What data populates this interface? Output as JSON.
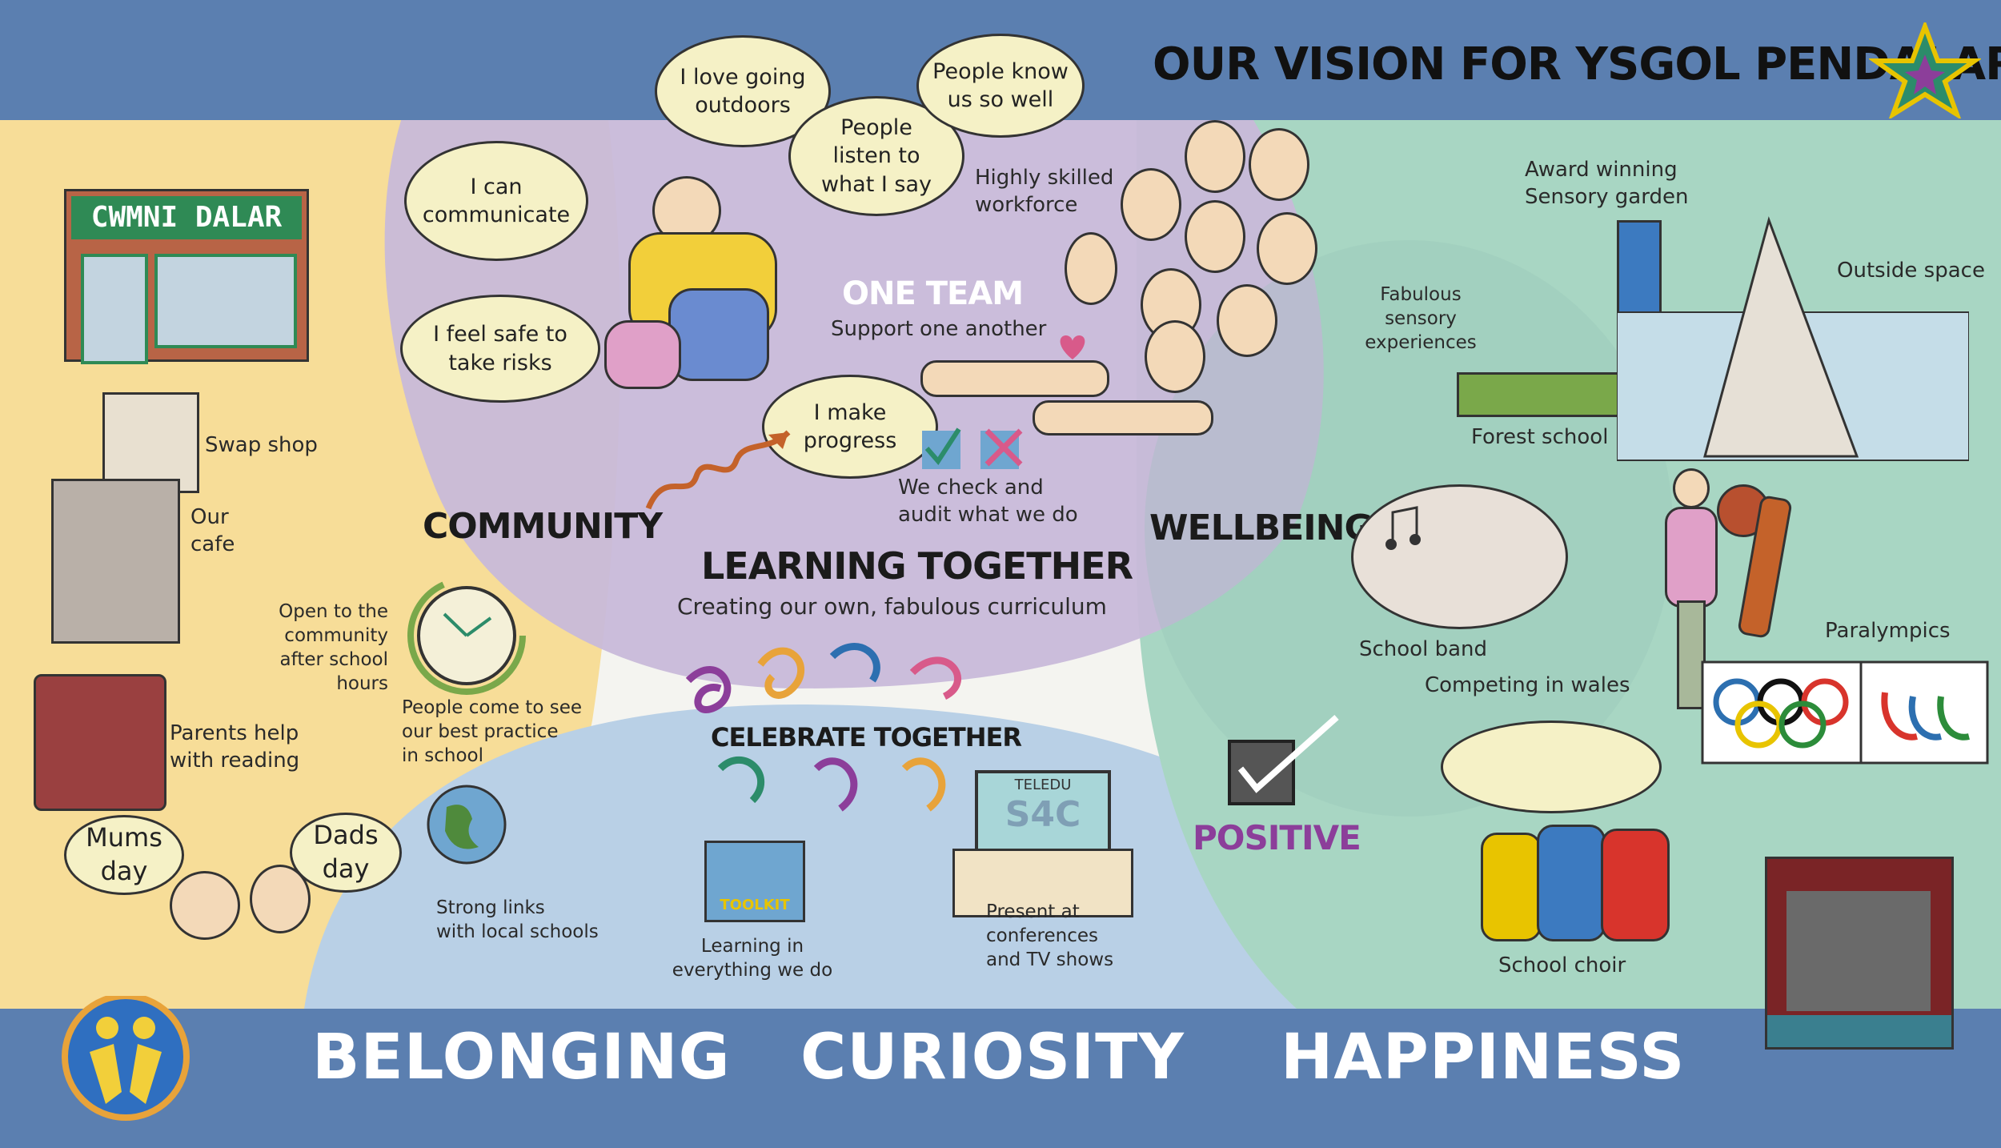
{
  "title": "OUR VISION FOR YSGOL PENDALAR",
  "colors": {
    "frame_blue": "#5b7fb0",
    "community_yellow": "#f7dd98",
    "learning_purple": "#c8b9d9",
    "wellbeing_green": "#a8d6c3",
    "bottom_blue": "#b9d0e6",
    "positive_purple": "#8c3e9a"
  },
  "sections": {
    "community": "COMMUNITY",
    "learning": "LEARNING TOGETHER",
    "learning_sub": "Creating our own, fabulous curriculum",
    "one_team": "ONE TEAM",
    "one_team_sub": "Support one another",
    "wellbeing": "WELLBEING",
    "celebrate": "CELEBRATE TOGETHER",
    "positive": "POSITIVE"
  },
  "shop_sign": "CWMNI DALAR",
  "tv_sign": "TELEDU",
  "tv_channel": "S4C",
  "toolkit_sign": "TOOLKIT",
  "bubbles": {
    "outdoors": "I love going\noutdoors",
    "know_us": "People know\nus so well",
    "listen": "People\nlisten to\nwhat I say",
    "communicate": "I can\ncommunicate",
    "safe": "I feel safe to\ntake risks",
    "progress": "I make\nprogress",
    "mums": "Mums\nday",
    "dads": "Dads\nday"
  },
  "labels": {
    "skilled": "Highly skilled\nworkforce",
    "check": "We check and\naudit what we do",
    "swap": "Swap shop",
    "cafe": "Our\ncafe",
    "open": "Open to the\ncommunity\nafter school hours",
    "parents": "Parents help\nwith reading",
    "best": "People come to see\nour best practice\nin school",
    "links": "Strong links\nwith local schools",
    "learning_everything": "Learning in\neverything we do",
    "present": "Present at\nconferences\nand TV shows",
    "sensory_garden": "Award winning\nSensory garden",
    "sensory_exp": "Fabulous\nsensory\nexperiences",
    "outside": "Outside space",
    "forest": "Forest school",
    "band": "School band",
    "competing": "Competing in wales",
    "paralympics": "Paralympics",
    "choir": "School choir"
  },
  "values": [
    "BELONGING",
    "CURIOSITY",
    "HAPPINESS"
  ],
  "icons": [
    "star-icon",
    "school-logo-icon",
    "clock-icon",
    "globe-icon",
    "heart-icon",
    "tick-icon",
    "cross-icon",
    "music-note-icon",
    "olympic-rings-icon",
    "tv-icon",
    "teepee-icon"
  ]
}
